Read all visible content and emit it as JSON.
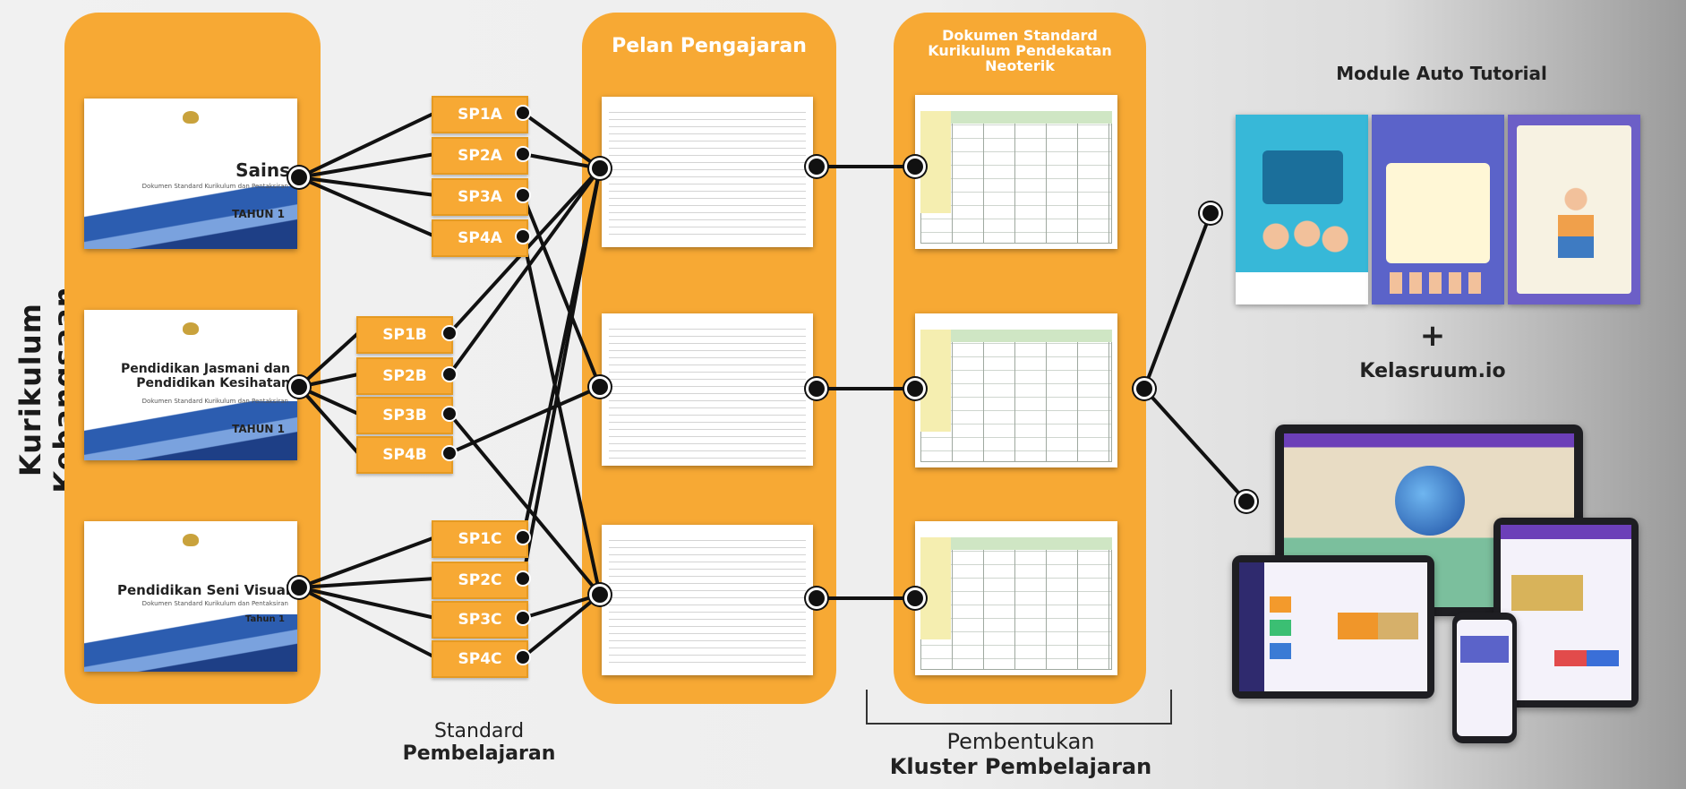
{
  "vertical_title": "Kurikulum Kebangsaan",
  "panels": {
    "pelan_title": "Pelan Pengajaran",
    "dokumen_title": "Dokumen Standard Kurikulum Pendekatan Neoterik"
  },
  "covers": [
    {
      "title": "Sains",
      "subtitle": "Dokumen Standard Kurikulum dan Pentaksiran",
      "tahun": "TAHUN 1"
    },
    {
      "title": "Pendidikan Jasmani dan Pendidikan Kesihatan",
      "subtitle": "Dokumen Standard Kurikulum dan Pentaksiran",
      "tahun": "TAHUN 1"
    },
    {
      "title": "Pendidikan Seni Visual",
      "subtitle": "Dokumen Standard Kurikulum dan Pentaksiran",
      "tahun": "Tahun 1"
    }
  ],
  "sp_boxes": [
    "SP1A",
    "SP2A",
    "SP3A",
    "SP4A",
    "SP1B",
    "SP2B",
    "SP3B",
    "SP4B",
    "SP1C",
    "SP2C",
    "SP3C",
    "SP4C"
  ],
  "standard_label": {
    "line1": "Standard",
    "line2": "Pembelajaran"
  },
  "kluster_label": {
    "line1": "Pembentukan",
    "line2": "Kluster Pembelajaran"
  },
  "module_title": "Module Auto Tutorial",
  "plus": "+",
  "kelasruum": "Kelasruum.io",
  "colors": {
    "orange": "#f7a934",
    "dark": "#111111",
    "white": "#ffffff"
  }
}
